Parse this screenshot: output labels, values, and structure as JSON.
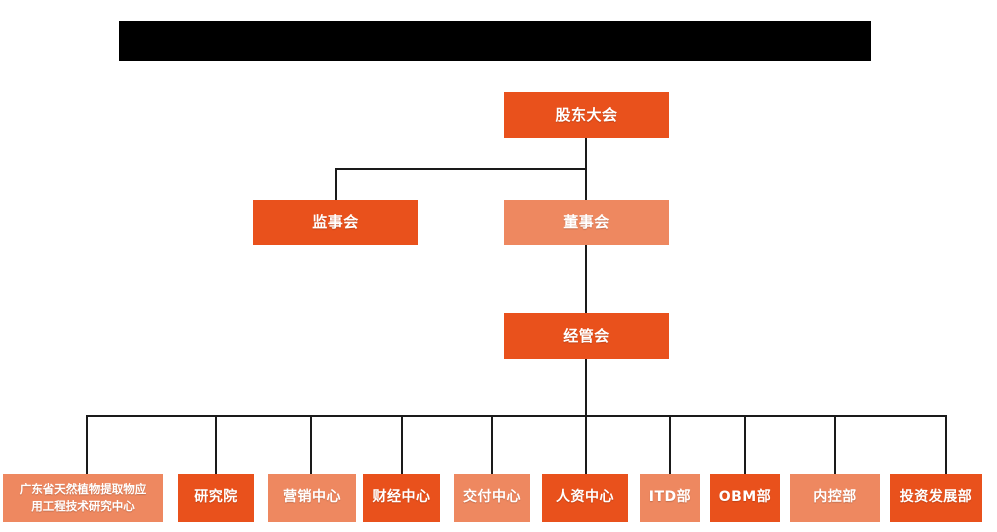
{
  "chart": {
    "type": "org-chart",
    "title_bar": {
      "redacted": true,
      "label": ""
    },
    "colors": {
      "dark_orange": "#E9511C",
      "light_orange": "#EE8860",
      "line": "#1a1a1a",
      "background": "#ffffff",
      "redaction": "#000000",
      "text": "#ffffff"
    },
    "levels": [
      {
        "level": 1,
        "nodes": [
          {
            "id": "shareholders",
            "label": "股东大会",
            "shade": "dark"
          }
        ]
      },
      {
        "level": 2,
        "nodes": [
          {
            "id": "supervisors",
            "label": "监事会",
            "shade": "dark"
          },
          {
            "id": "directors",
            "label": "董事会",
            "shade": "light"
          }
        ]
      },
      {
        "level": 3,
        "nodes": [
          {
            "id": "management",
            "label": "经管会",
            "shade": "dark"
          }
        ]
      },
      {
        "level": 4,
        "nodes": [
          {
            "id": "research-center",
            "label": "广东省天然植物提取物应用工程技术研究中心",
            "label_line1": "广东省天然植物提取物应",
            "label_line2": "用工程技术研究中心",
            "shade": "light"
          },
          {
            "id": "institute",
            "label": "研究院",
            "shade": "dark"
          },
          {
            "id": "marketing-center",
            "label": "营销中心",
            "shade": "light"
          },
          {
            "id": "finance-center",
            "label": "财经中心",
            "shade": "dark"
          },
          {
            "id": "delivery-center",
            "label": "交付中心",
            "shade": "light"
          },
          {
            "id": "hr-center",
            "label": "人资中心",
            "shade": "dark"
          },
          {
            "id": "itd-dept",
            "label": "ITD部",
            "shade": "light"
          },
          {
            "id": "obm-dept",
            "label": "OBM部",
            "shade": "dark"
          },
          {
            "id": "internal-control-dept",
            "label": "内控部",
            "shade": "light"
          },
          {
            "id": "investment-development-dept",
            "label": "投资发展部",
            "shade": "dark"
          }
        ]
      }
    ],
    "edges": [
      {
        "from": "shareholders",
        "to": "supervisors"
      },
      {
        "from": "shareholders",
        "to": "directors"
      },
      {
        "from": "directors",
        "to": "management"
      },
      {
        "from": "management",
        "to": "research-center"
      },
      {
        "from": "management",
        "to": "institute"
      },
      {
        "from": "management",
        "to": "marketing-center"
      },
      {
        "from": "management",
        "to": "finance-center"
      },
      {
        "from": "management",
        "to": "delivery-center"
      },
      {
        "from": "management",
        "to": "hr-center"
      },
      {
        "from": "management",
        "to": "itd-dept"
      },
      {
        "from": "management",
        "to": "obm-dept"
      },
      {
        "from": "management",
        "to": "internal-control-dept"
      },
      {
        "from": "management",
        "to": "investment-development-dept"
      }
    ]
  }
}
